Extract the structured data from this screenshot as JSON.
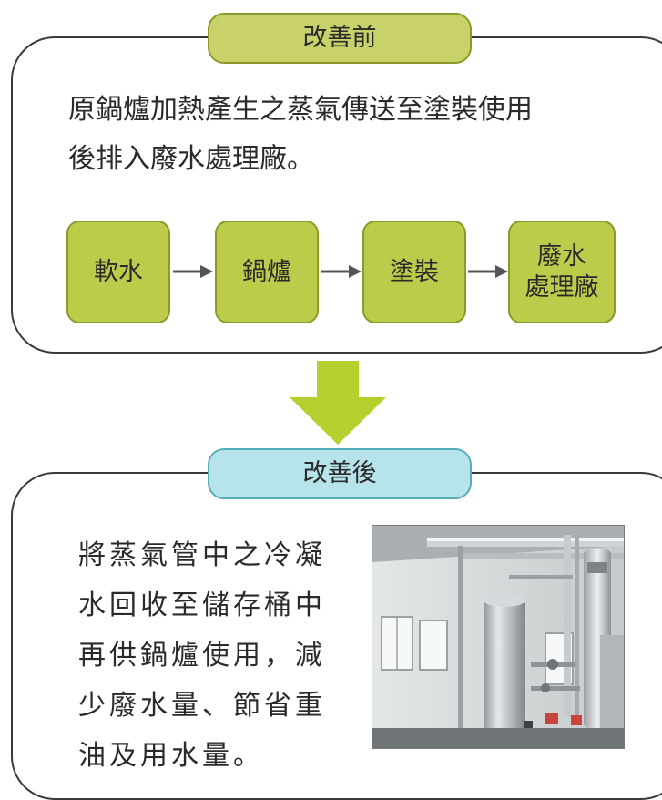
{
  "before": {
    "tab_label": "改善前",
    "description_lines": [
      "原鍋爐加熱產生之蒸氣傳送至塗裝使用",
      "後排入廢水處理廠。"
    ],
    "flow": [
      "軟水",
      "鍋爐",
      "塗裝",
      "廢水\n處理廠"
    ]
  },
  "after": {
    "tab_label": "改善後",
    "description_lines": [
      "將蒸氣管中之冷凝",
      "水回收至儲存桶中",
      "再供鍋爐使用，減",
      "少廢水量、節省重",
      "油及用水量。"
    ]
  },
  "colors": {
    "before_tab": "#c9d26a",
    "flow_box": "#bccb4a",
    "after_tab": "#b7e3ea",
    "transition_arrow": "#b5d12f",
    "panel_border": "#3a3a3a"
  }
}
